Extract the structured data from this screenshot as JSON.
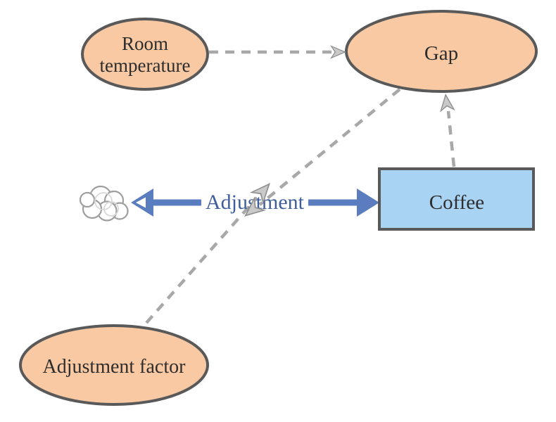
{
  "diagram": {
    "kind": "stock-and-flow-diagram",
    "background": "#FFFFFF"
  },
  "colors": {
    "variable_fill": "#F8C9A2",
    "variable_border": "#595959",
    "stock_fill": "#A9D3F2",
    "stock_border": "#595959",
    "flow_arrow": "#5A7DC0",
    "flow_label_text": "#3F5E9C",
    "connector_gray": "#A8A8A8",
    "arrowhead_gray": "#8F8F8F",
    "arrowhead_inner_gray": "#C9C9C9",
    "node_text": "#2D2D2D",
    "cloud_outline": "#9F9F9F",
    "cloud_fill": "#FFFFFF"
  },
  "nodes": {
    "room_temperature": {
      "label": "Room temperature",
      "line1": "Room",
      "line2": "temperature",
      "shape": "ellipse"
    },
    "gap": {
      "label": "Gap",
      "shape": "ellipse"
    },
    "adjustment_factor": {
      "label": "Adjustment factor",
      "shape": "ellipse"
    },
    "coffee": {
      "label": "Coffee",
      "shape": "rectangle"
    },
    "cloud": {
      "label": "",
      "shape": "cloud",
      "role": "source-sink"
    }
  },
  "flow": {
    "label": "Adjustment",
    "from": "Coffee",
    "to": "cloud",
    "bidirectional": true
  },
  "connectors": [
    {
      "from": "Room temperature",
      "to": "Gap",
      "style": "dashed"
    },
    {
      "from": "Coffee",
      "to": "Gap",
      "style": "dashed"
    },
    {
      "from": "Gap",
      "to": "Adjustment",
      "style": "dashed"
    },
    {
      "from": "Adjustment factor",
      "to": "Adjustment",
      "style": "dashed"
    }
  ]
}
